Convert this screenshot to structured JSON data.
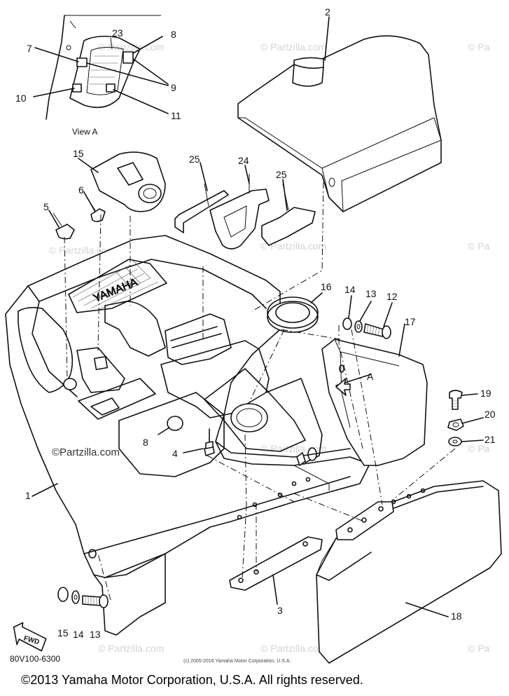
{
  "diagram": {
    "part_number": "80V100-6300",
    "view_label": "View A",
    "fwd_label": "FWD",
    "brand_text": "YAMAHA",
    "small_copyright": "(c) 2005-2016 Yamaha Motor Corporation, U.S.A.",
    "footer_copyright": "©2013 Yamaha Motor Corporation, U.S.A. All rights reserved.",
    "watermark_main": "©Partzilla.com",
    "watermark_faint": "© Partzilla.com",
    "watermark_faint_short": "© Pa",
    "view_a_marker": "A",
    "callouts": [
      {
        "id": "c1",
        "label": "1"
      },
      {
        "id": "c2",
        "label": "2"
      },
      {
        "id": "c3",
        "label": "3"
      },
      {
        "id": "c4",
        "label": "4"
      },
      {
        "id": "c5",
        "label": "5"
      },
      {
        "id": "c6",
        "label": "6"
      },
      {
        "id": "c7",
        "label": "7"
      },
      {
        "id": "c8",
        "label": "8"
      },
      {
        "id": "c8b",
        "label": "8"
      },
      {
        "id": "c9",
        "label": "9"
      },
      {
        "id": "c10",
        "label": "10"
      },
      {
        "id": "c11",
        "label": "11"
      },
      {
        "id": "c12",
        "label": "12"
      },
      {
        "id": "c12b",
        "label": "12"
      },
      {
        "id": "c13",
        "label": "13"
      },
      {
        "id": "c13b",
        "label": "13"
      },
      {
        "id": "c14",
        "label": "14"
      },
      {
        "id": "c14b",
        "label": "14"
      },
      {
        "id": "c15",
        "label": "15"
      },
      {
        "id": "c16",
        "label": "16"
      },
      {
        "id": "c17",
        "label": "17"
      },
      {
        "id": "c18",
        "label": "18"
      },
      {
        "id": "c19",
        "label": "19"
      },
      {
        "id": "c20",
        "label": "20"
      },
      {
        "id": "c21",
        "label": "21"
      },
      {
        "id": "c23",
        "label": "23"
      },
      {
        "id": "c24",
        "label": "24"
      },
      {
        "id": "c25",
        "label": "25"
      },
      {
        "id": "c25b",
        "label": "25"
      }
    ]
  }
}
